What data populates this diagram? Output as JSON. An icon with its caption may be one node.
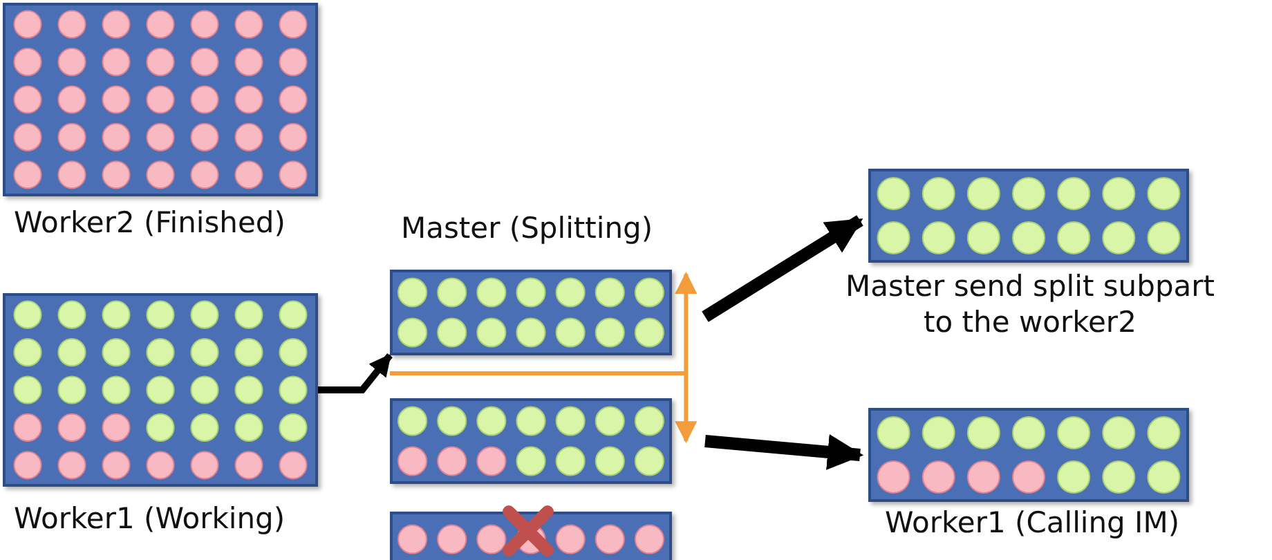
{
  "diagram": {
    "nodes": [
      {
        "text": [
          "Worker2 (Finished)"
        ]
      },
      {
        "text": [
          "Worker1 (Working)"
        ]
      },
      {
        "text": [
          "Master (Splitting)"
        ]
      },
      {
        "text": [],
        "shape": "bar"
      },
      {
        "text": [],
        "shape": "bar"
      },
      {
        "text": [
          "Master send split subpart to the worker2"
        ]
      },
      {
        "text": [
          "Worker1 (Calling IM)"
        ]
      }
    ],
    "edges": [
      {
        "from": 1,
        "to": 2,
        "arrow": "to"
      },
      {
        "from": 2,
        "to": 3,
        "arrow": "both",
        "color": "#f39c3c"
      },
      {
        "from": 2,
        "to": 5,
        "arrow": "to",
        "style": "thick"
      },
      {
        "from": 3,
        "to": 6,
        "arrow": "to",
        "style": "thick"
      }
    ]
  }
}
